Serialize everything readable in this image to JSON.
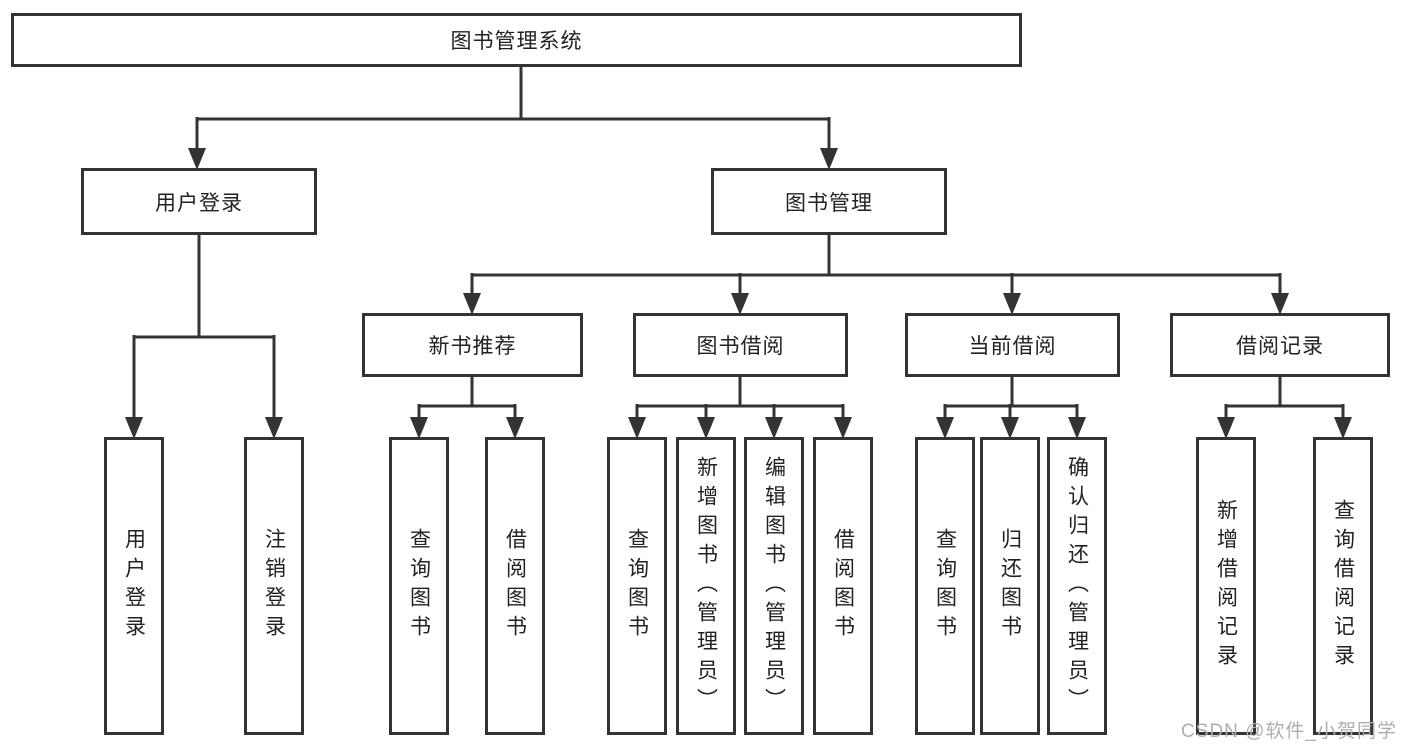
{
  "colors": {
    "line": "#333333",
    "box_border": "#333333",
    "text": "#222222",
    "background": "#ffffff",
    "watermark": "#aeaeae"
  },
  "watermark": {
    "text": "CSDN @软件_小贺同学"
  },
  "tree": {
    "root": {
      "label": "图书管理系统"
    },
    "branches": [
      {
        "label": "用户登录",
        "children": [
          {
            "label": "用户登录"
          },
          {
            "label": "注销登录"
          }
        ]
      },
      {
        "label": "图书管理",
        "children": [
          {
            "label": "新书推荐",
            "children": [
              {
                "label": "查询图书"
              },
              {
                "label": "借阅图书"
              }
            ]
          },
          {
            "label": "图书借阅",
            "children": [
              {
                "label": "查询图书"
              },
              {
                "label": "新增图书（管理员）"
              },
              {
                "label": "编辑图书（管理员）"
              },
              {
                "label": "借阅图书"
              }
            ]
          },
          {
            "label": "当前借阅",
            "children": [
              {
                "label": "查询图书"
              },
              {
                "label": "归还图书"
              },
              {
                "label": "确认归还（管理员）"
              }
            ]
          },
          {
            "label": "借阅记录",
            "children": [
              {
                "label": "新增借阅记录"
              },
              {
                "label": "查询借阅记录"
              }
            ]
          }
        ]
      }
    ]
  }
}
